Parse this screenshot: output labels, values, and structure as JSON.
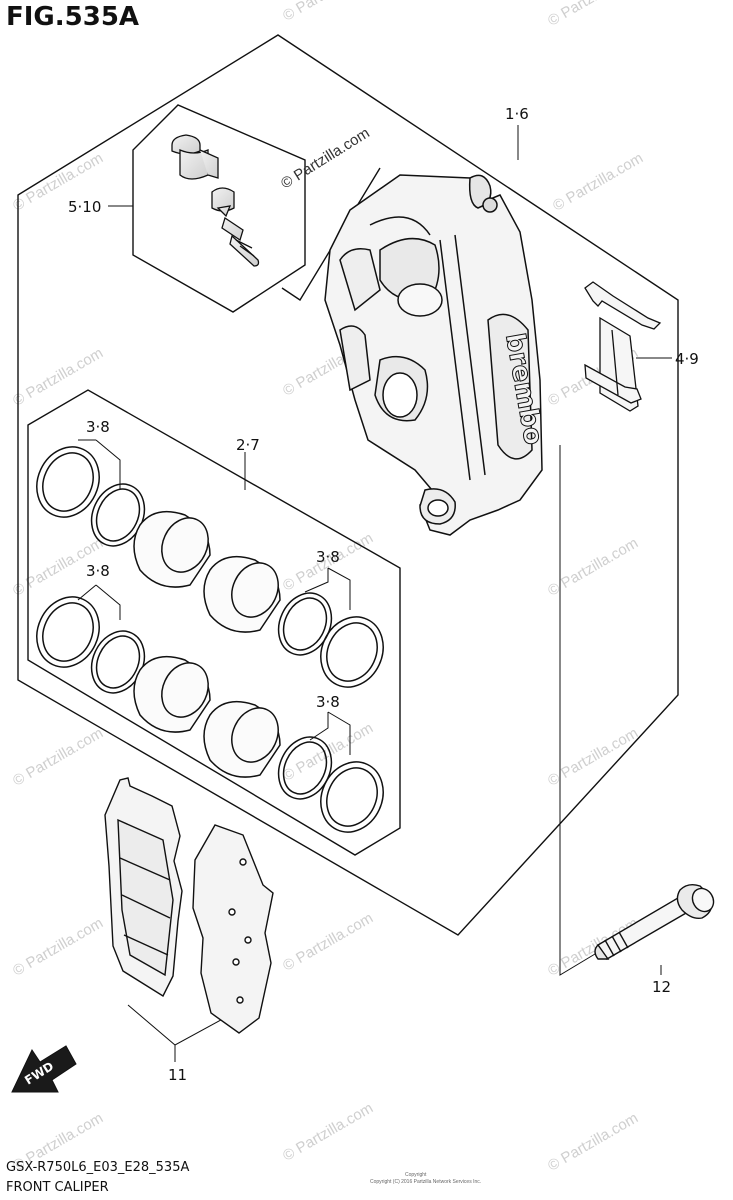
{
  "figure": {
    "title": "FIG.535A",
    "model_code": "GSX-R750L6_E03_E28_535A",
    "name": "FRONT CALIPER"
  },
  "callouts": {
    "caliper": "1·6",
    "bleeder": "5·10",
    "pad_spring": "4·9",
    "piston_kit": "2·7",
    "seal_top_left": "3·8",
    "seal_mid_left": "3·8",
    "seal_mid_right": "3·8",
    "seal_bottom_right": "3·8",
    "pads": "11",
    "bolt": "12"
  },
  "caliper_brand": "brembo",
  "direction_arrow": "FWD",
  "watermark": {
    "main": "© Partzilla.com",
    "repeat": "© Partzilla.com"
  },
  "copyright_line": "Copyright (C) 2016 Partzilla Network Services Inc.",
  "copyright_label": "Copyright"
}
